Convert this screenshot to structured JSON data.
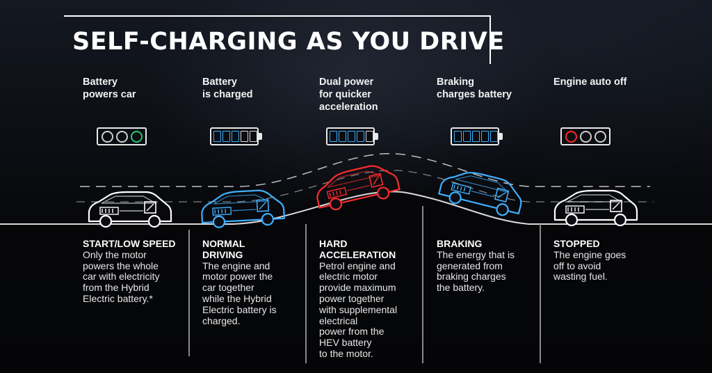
{
  "title": "SELF-CHARGING AS YOU DRIVE",
  "stages": [
    {
      "heading_lines": [
        "Battery",
        "powers car"
      ],
      "gauge": "lights",
      "lights": [
        "off",
        "off",
        "green"
      ],
      "car_color": "#ffffff",
      "name_lines": [
        "START/LOW SPEED"
      ],
      "desc_lines": [
        "Only the motor",
        "powers the whole",
        "car with electricity",
        "from the Hybrid",
        "Electric battery.*"
      ]
    },
    {
      "heading_lines": [
        "Battery",
        "is charged"
      ],
      "gauge": "battery",
      "cells": [
        "blue",
        "blue",
        "blue",
        "white",
        "white"
      ],
      "car_color": "#3fb0ff",
      "name_lines": [
        "NORMAL",
        "DRIVING"
      ],
      "desc_lines": [
        "The engine and",
        "motor power the",
        "car together",
        "while the Hybrid",
        "Electric battery is",
        "charged."
      ]
    },
    {
      "heading_lines": [
        "Dual power",
        "for quicker",
        "acceleration"
      ],
      "gauge": "battery",
      "cells": [
        "blue",
        "blue",
        "blue",
        "blue",
        "white"
      ],
      "car_color": "#ff2b2b",
      "name_lines": [
        "HARD",
        "ACCELERATION"
      ],
      "desc_lines": [
        "Petrol engine and",
        "electric motor",
        "provide maximum",
        "power together",
        "with supplemental",
        "electrical",
        "power from the",
        "HEV battery",
        "to the motor."
      ]
    },
    {
      "heading_lines": [
        "Braking",
        "charges battery"
      ],
      "gauge": "battery",
      "cells": [
        "blue",
        "blue",
        "blue",
        "blue",
        "blue"
      ],
      "car_color": "#3fb0ff",
      "name_lines": [
        "BRAKING"
      ],
      "desc_lines": [
        "The energy that is",
        "generated from",
        "braking charges",
        "the battery."
      ]
    },
    {
      "heading_lines": [
        "Engine auto off"
      ],
      "gauge": "lights",
      "lights": [
        "red",
        "off",
        "off"
      ],
      "car_color": "#ffffff",
      "name_lines": [
        "STOPPED"
      ],
      "desc_lines": [
        "The engine goes",
        "off to avoid",
        "wasting fuel."
      ]
    }
  ],
  "icons": {
    "car": "car-outline-icon",
    "battery": "battery-icon",
    "motor": "motor-icon",
    "traffic_light": "traffic-light-icon"
  },
  "colors": {
    "background": "#0b0d12",
    "battery_blue": "#3fb0ff",
    "acceleration_red": "#ff2b2b",
    "ready_green": "#28c76f",
    "text": "#ffffff"
  }
}
